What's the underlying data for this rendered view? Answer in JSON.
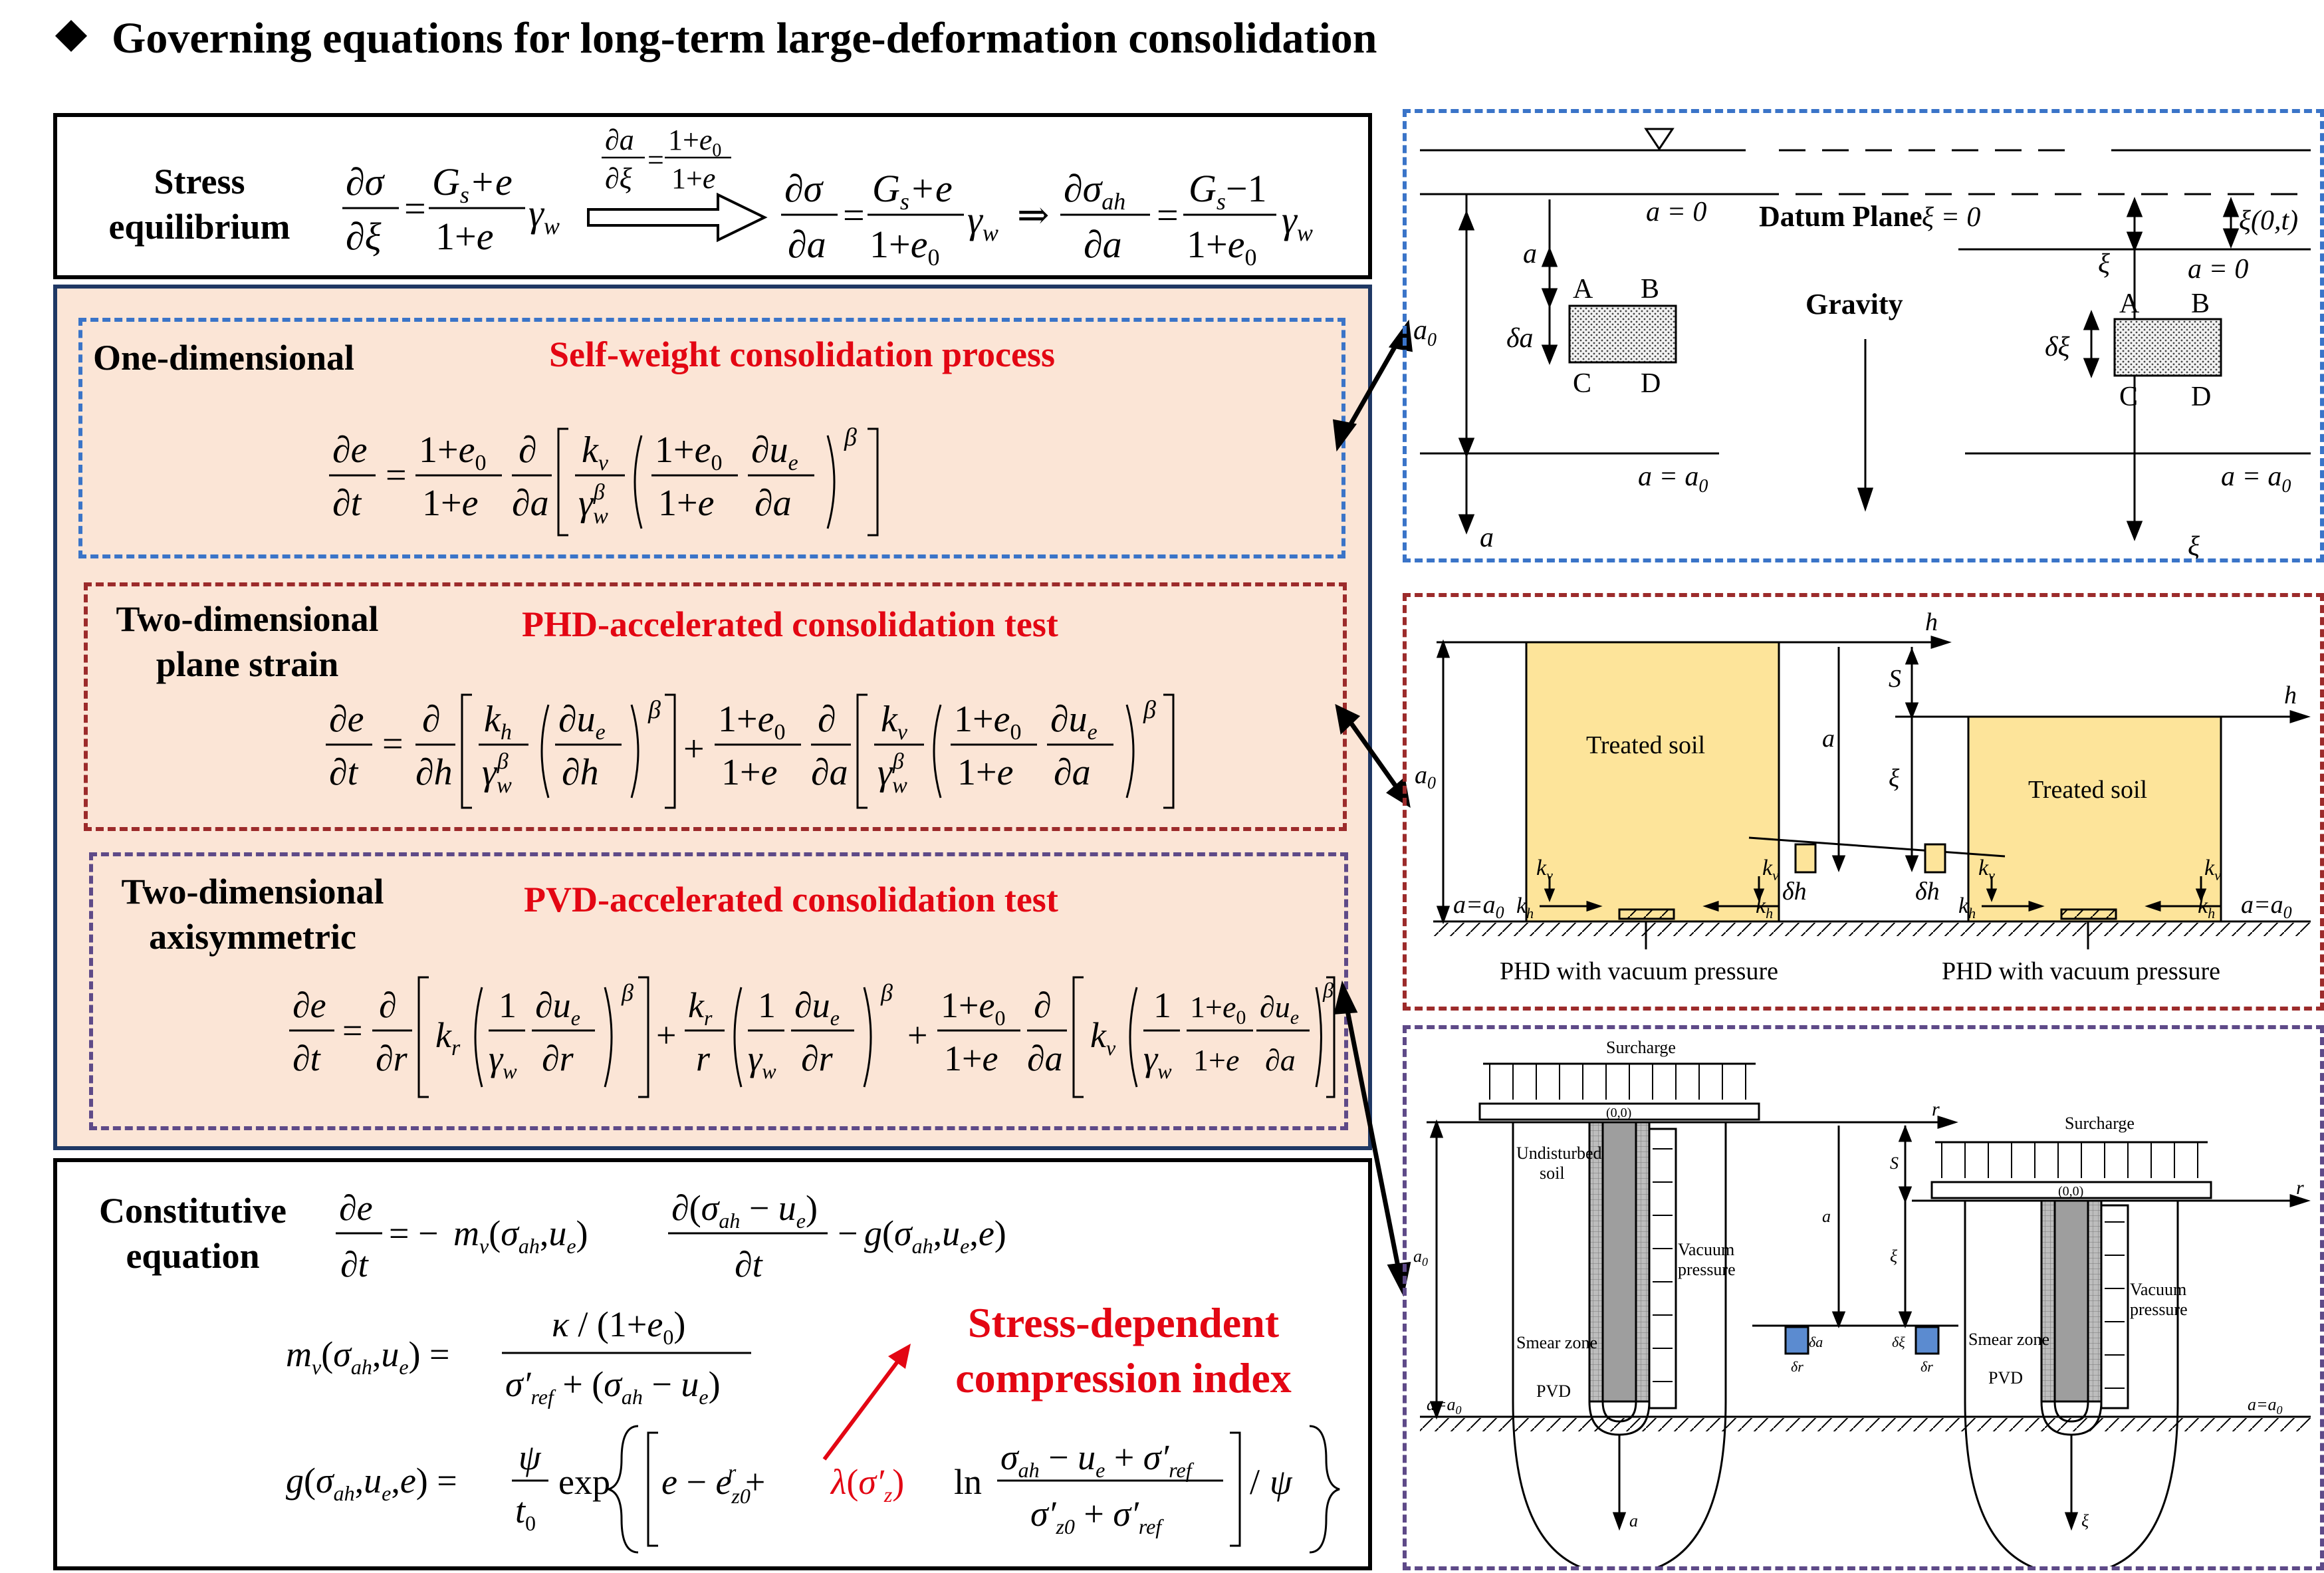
{
  "title": "Governing equations for long-term large-deformation consolidation",
  "stress": {
    "label_line1": "Stress",
    "label_line2": "equilibrium"
  },
  "one_dim": {
    "label": "One-dimensional",
    "process": "Self-weight consolidation process"
  },
  "plane_strain": {
    "label_line1": "Two-dimensional",
    "label_line2": "plane strain",
    "process": "PHD-accelerated consolidation test"
  },
  "axisym": {
    "label_line1": "Two-dimensional",
    "label_line2": "axisymmetric",
    "process": "PVD-accelerated consolidation test"
  },
  "constitutive": {
    "label_line1": "Constitutive",
    "label_line2": "equation",
    "note_line1": "Stress-dependent",
    "note_line2": "compression index"
  },
  "diagram1": {
    "datum_plane": "Datum Plane",
    "gravity": "Gravity",
    "a0_top": "a = 0",
    "a_eq_a0": "a = a",
    "xi0": "ξ = 0",
    "xi_t": "ξ(0,t)",
    "corners_left": [
      "A",
      "B",
      "C",
      "D"
    ],
    "corners_right": [
      "A",
      "B",
      "C",
      "D"
    ]
  },
  "diagram2": {
    "treated_soil_left": "Treated soil",
    "treated_soil_right": "Treated soil",
    "phd_left": "PHD with vacuum pressure",
    "phd_right": "PHD with vacuum pressure",
    "a_a0": "a=a",
    "h": "h",
    "S": "S"
  },
  "diagram3": {
    "surcharge_left": "Surcharge",
    "surcharge_right": "Surcharge",
    "undisturbed_line1": "Undisturbed",
    "undisturbed_line2": "soil",
    "vacuum_line1": "Vacuum",
    "vacuum_line2": "pressure",
    "vacuum_right_line1": "Vacuum",
    "vacuum_right_line2": "pressure",
    "smear_left": "Smear zone",
    "smear_right": "Smear zone",
    "pvd_left": "PVD",
    "pvd_right": "PVD",
    "origin": "(0,0)",
    "a_a0": "a=a"
  }
}
